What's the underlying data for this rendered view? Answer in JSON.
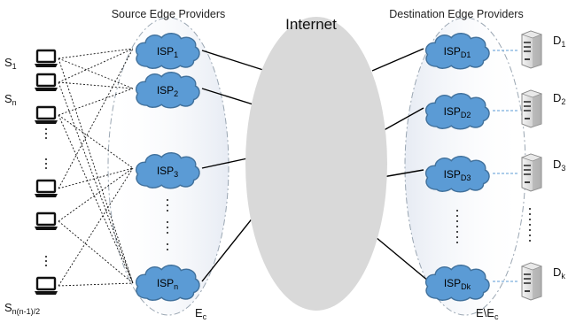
{
  "source_title": "Source Edge Providers",
  "destination_title": "Destination Edge Providers",
  "internet_label": "Internet",
  "source_set_label": {
    "main": "E",
    "sub": "c"
  },
  "destination_set_label": {
    "main": "E\\E",
    "sub": "c"
  },
  "sources": [
    {
      "main": "S",
      "sub": "1"
    },
    {
      "main": "S",
      "sub": "n"
    },
    {
      "main": "S",
      "sub": "n(n-1)/2"
    }
  ],
  "source_isps": [
    {
      "main": "ISP",
      "sub": "1"
    },
    {
      "main": "ISP",
      "sub": "2"
    },
    {
      "main": "ISP",
      "sub": "3"
    },
    {
      "main": "ISP",
      "sub": "n"
    }
  ],
  "destination_isps": [
    {
      "main": "ISP",
      "sub": "D1"
    },
    {
      "main": "ISP",
      "sub": "D2"
    },
    {
      "main": "ISP",
      "sub": "D3"
    },
    {
      "main": "ISP",
      "sub": "Dk"
    }
  ],
  "destinations": [
    {
      "main": "D",
      "sub": "1"
    },
    {
      "main": "D",
      "sub": "2"
    },
    {
      "main": "D",
      "sub": "3"
    },
    {
      "main": "D",
      "sub": "k"
    }
  ],
  "colors": {
    "cloud_fill": "#5b9bd5",
    "cloud_stroke": "#41719c",
    "internet_fill": "#d9d9d9",
    "group_edge": "#9aa6b2",
    "link": "#000000",
    "server_link": "#5b9bd5"
  }
}
